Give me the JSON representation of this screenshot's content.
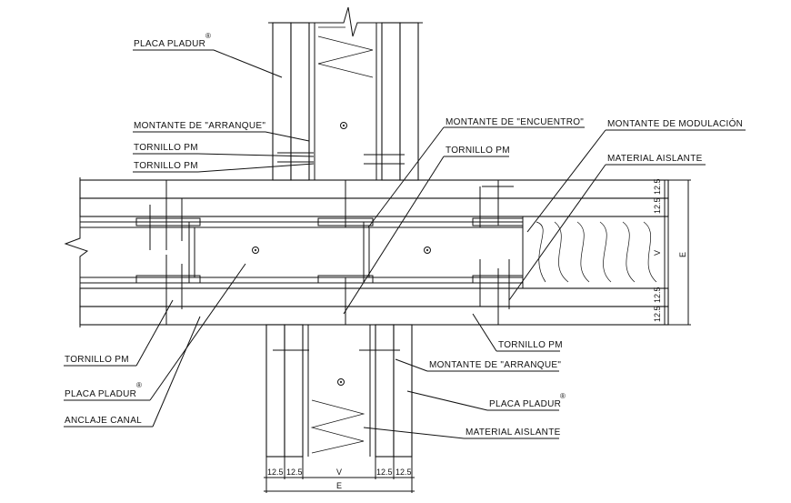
{
  "labels": {
    "placa_pladur_top": "PLACA PLADUR",
    "montante_arranque_top": "MONTANTE DE \"ARRANQUE\"",
    "tornillo_pm_1": "TORNILLO PM",
    "tornillo_pm_2": "TORNILLO PM",
    "montante_encuentro": "MONTANTE DE \"ENCUENTRO\"",
    "tornillo_pm_center": "TORNILLO PM",
    "montante_modulacion": "MONTANTE DE MODULACIÓN",
    "material_aislante_top": "MATERIAL AISLANTE",
    "tornillo_pm_left": "TORNILLO PM",
    "placa_pladur_left": "PLACA PLADUR",
    "anclaje_canal": "ANCLAJE CANAL",
    "tornillo_pm_right": "TORNILLO PM",
    "montante_arranque_bottom": "MONTANTE DE \"ARRANQUE\"",
    "placa_pladur_bottom": "PLACA PLADUR",
    "material_aislante_bottom": "MATERIAL AISLANTE",
    "registered_mark": "®"
  },
  "dimensions": {
    "right": [
      "12.5",
      "12.5",
      "V",
      "12.5",
      "12.5"
    ],
    "right_total": "E",
    "bottom": [
      "12.5",
      "12.5",
      "V",
      "12.5",
      "12.5"
    ],
    "bottom_total": "E"
  }
}
